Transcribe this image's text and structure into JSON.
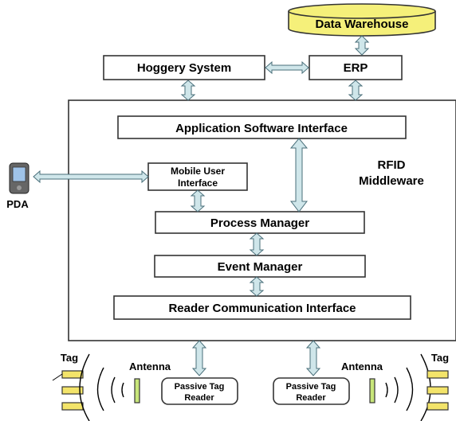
{
  "nodes": {
    "data_warehouse": "Data Warehouse",
    "erp": "ERP",
    "hoggery_system": "Hoggery System",
    "application_software_interface": "Application Software Interface",
    "rfid_middleware_line1": "RFID",
    "rfid_middleware_line2": "Middleware",
    "mobile_user_interface_line1": "Mobile User",
    "mobile_user_interface_line2": "Interface",
    "process_manager": "Process Manager",
    "event_manager": "Event Manager",
    "reader_communication_interface": "Reader Communication Interface",
    "pda": "PDA",
    "tag_left": "Tag",
    "tag_right": "Tag",
    "antenna_left": "Antenna",
    "antenna_right": "Antenna",
    "passive_tag_reader_left_line1": "Passive Tag",
    "passive_tag_reader_left_line2": "Reader",
    "passive_tag_reader_right_line1": "Passive Tag",
    "passive_tag_reader_right_line2": "Reader"
  },
  "colors": {
    "data_warehouse_fill": "#f5f07a",
    "arrow_fill": "#cfe6ea",
    "tag_fill": "#f3e46a",
    "antenna_fill": "#c8e67a"
  },
  "icons": {
    "pda": "pda-device-icon",
    "tag": "rfid-tag-icon",
    "antenna": "antenna-icon"
  }
}
